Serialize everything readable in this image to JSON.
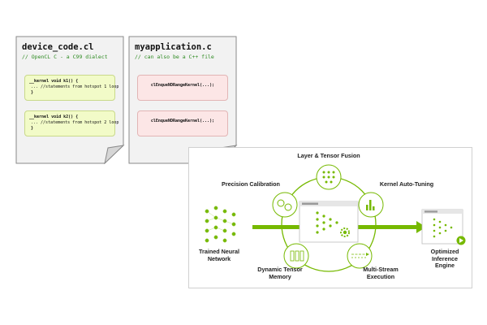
{
  "left_doc": {
    "filename": "device_code.cl",
    "subtitle": "// OpenCL C - a C99 dialect",
    "kernels": [
      {
        "signature": "__kernel void k1() {",
        "comment": "... //statements from hotspot 1 loop",
        "close": "}"
      },
      {
        "signature": "__kernel void k2() {",
        "comment": "... //statements from hotspot 2 loop",
        "close": "}"
      }
    ]
  },
  "right_doc": {
    "filename": "myapplication.c",
    "subtitle": "// can also be a C++ file",
    "calls": [
      "clEnqueNDRangeKernel(...);",
      "clEnqueNDRangeKernel(...);"
    ]
  },
  "diagram": {
    "labels": {
      "fusion": "Layer & Tensor Fusion",
      "precision": "Precision Calibration",
      "autotune": "Kernel Auto-Tuning",
      "input": [
        "Trained Neural",
        "Network"
      ],
      "memory": [
        "Dynamic Tensor",
        "Memory"
      ],
      "multistream": [
        "Multi-Stream",
        "Execution"
      ],
      "output": [
        "Optimized",
        "Inference",
        "Engine"
      ]
    },
    "accent_color": "#76b900",
    "icons": [
      "neural-network-icon",
      "fusion-icon",
      "precision-icon",
      "autotune-icon",
      "multistream-icon",
      "memory-icon",
      "gear-icon",
      "engine-icon",
      "play-icon"
    ]
  }
}
